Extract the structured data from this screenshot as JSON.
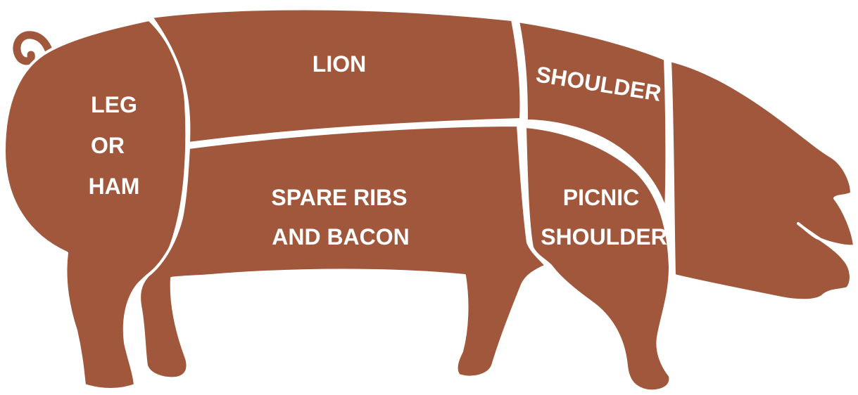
{
  "colors": {
    "meat": "#A0573B",
    "outline": "#FFFFFF",
    "background": "#FFFFFF"
  },
  "cuts": {
    "leg": {
      "line1": "LEG",
      "line2": "OR",
      "line3": "HAM"
    },
    "loin": {
      "label": "LION"
    },
    "shoulder": {
      "label": "SHOULDER"
    },
    "spare_ribs": {
      "line1": "SPARE RIBS",
      "line2": "AND BACON"
    },
    "picnic": {
      "line1": "PICNIC",
      "line2": "SHOULDER"
    }
  }
}
